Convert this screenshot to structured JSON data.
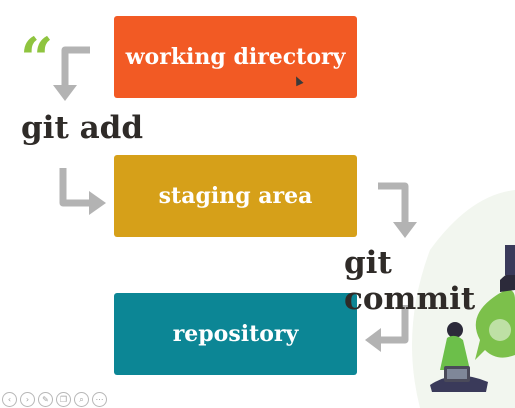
{
  "boxes": {
    "working_directory": "working directory",
    "staging_area": "staging area",
    "repository": "repository"
  },
  "commands": {
    "add": "git add",
    "commit": "git commit"
  },
  "decor": {
    "quote_mark": "“"
  },
  "toolbar": {
    "icons": [
      "back-icon",
      "play-icon",
      "pen-icon",
      "copy-icon",
      "zoom-icon",
      "more-icon"
    ],
    "glyphs": [
      "‹",
      "›",
      "✎",
      "❐",
      "⌕",
      "⋯"
    ]
  },
  "colors": {
    "working_directory": "#f25a24",
    "staging_area": "#d6a019",
    "repository": "#0c8695",
    "arrow": "#b3b3b3",
    "text": "#2f2b28",
    "accent_green": "#8fc43f"
  }
}
